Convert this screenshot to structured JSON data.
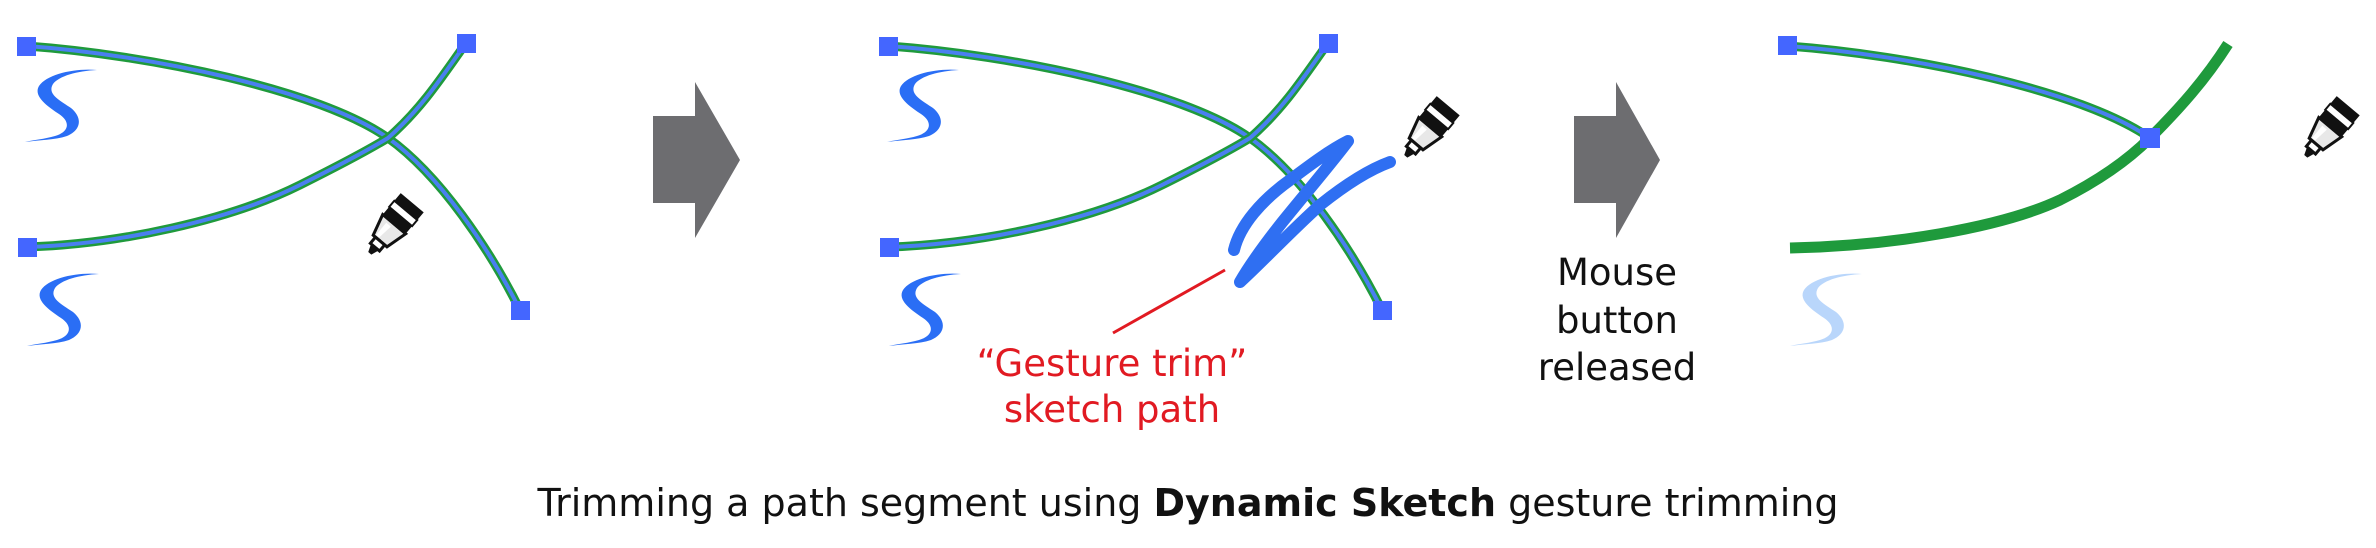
{
  "figure": {
    "caption_prefix": "Trimming a path segment using ",
    "caption_bold": "Dynamic Sketch",
    "caption_suffix": " gesture trimming"
  },
  "panels": [
    {
      "id": "before",
      "description": "Two crossing sketch paths with endpoint handles; pen cursor near intersection",
      "cursor_icon": "marker-pen-cursor-icon"
    },
    {
      "id": "gesture",
      "description": "Scribble gesture drawn over the lower-right segment of crossing paths",
      "annotation": {
        "line1": "“Gesture trim”",
        "line2": "sketch path"
      },
      "cursor_icon": "marker-pen-cursor-icon"
    },
    {
      "id": "after",
      "description": "Segment removed; new node created at intersection",
      "cursor_icon": "marker-pen-cursor-icon"
    }
  ],
  "steps": [
    {
      "arrow_icon": "right-arrow-icon",
      "label_lines": []
    },
    {
      "arrow_icon": "right-arrow-icon",
      "label_lines": [
        "Mouse",
        "button",
        "released"
      ]
    }
  ],
  "colors": {
    "path_outer": "#1f9a3c",
    "path_inner": "#4a7ff0",
    "node": "#4466ff",
    "sketch_glyph": "#2a6ef5",
    "sketch_glyph_faded": "#b9d6fb",
    "gesture_stroke": "#2f6ff2",
    "arrow": "#6d6d70",
    "annotation": "#e11a22",
    "text": "#111111"
  }
}
